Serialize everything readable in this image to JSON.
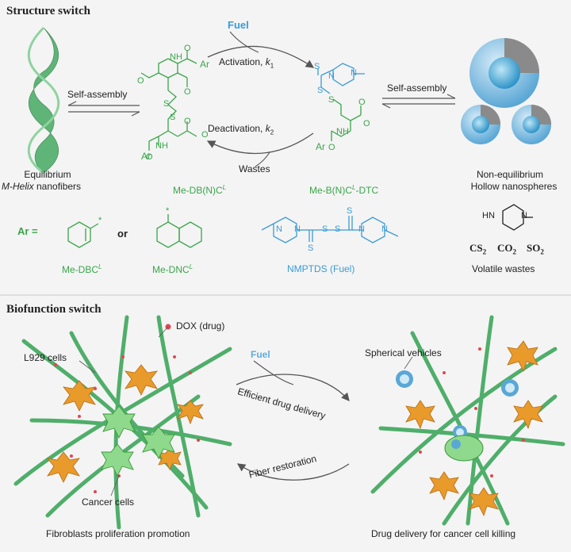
{
  "colors": {
    "green": "#3aa54a",
    "blue": "#3b9bd6",
    "fiber": "#4fae6a",
    "star": "#e89a2b",
    "drug": "#e0484f",
    "text": "#222222",
    "arrow": "#555555"
  },
  "section1": {
    "title": "Structure switch",
    "fuel": "Fuel",
    "activation": "Activation, ",
    "activation_k": "k",
    "activation_sub": "1",
    "deactivation": "Deactivation, ",
    "deactivation_k": "k",
    "deactivation_sub": "2",
    "wastes": "Wastes",
    "self_assembly_left": "Self-assembly",
    "self_assembly_right": "Self-assembly",
    "left_label_1": "Equilibrium",
    "left_label_2_italic": "M-Helix",
    "left_label_2_rest": " nanofibers",
    "right_label_1": "Non-equilibrium",
    "right_label_2": "Hollow nanospheres",
    "mol_left": "Me-DB(N)C",
    "mol_left_sup": "L",
    "mol_right_a": "Me-B(N)C",
    "mol_right_sup": "L",
    "mol_right_b": "-DTC",
    "ar": "Ar",
    "ar_eq": "Ar =",
    "or": "or",
    "dbc": "Me-DBC",
    "dbc_sup": "L",
    "dnc": "Me-DNC",
    "dnc_sup": "L",
    "fuel_name": "NMPTDS (Fuel)",
    "atoms": {
      "O": "O",
      "N": "N",
      "H": "H",
      "S": "S",
      "NH": "NH",
      "HN": "HN",
      "star": "*"
    },
    "wastes_cs2": "CS",
    "wastes_co2": "CO",
    "wastes_so2": "SO",
    "sub2": "2",
    "volatile": "Volatile wastes"
  },
  "section2": {
    "title": "Biofunction switch",
    "dox": "DOX (drug)",
    "l929": "L929 cells",
    "cancer": "Cancer cells",
    "fuel": "Fuel",
    "efficient": "Efficient drug delivery",
    "restoration": "Fiber restoration",
    "spherical": "Spherical vehicles",
    "left_caption": "Fibroblasts proliferation promotion",
    "right_caption": "Drug delivery for cancer cell killing"
  }
}
